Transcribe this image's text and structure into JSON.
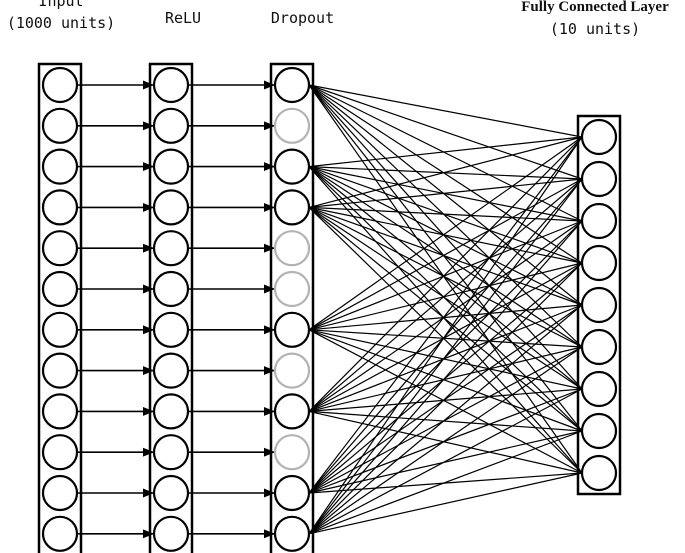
{
  "layers": {
    "input": {
      "title": "Input",
      "subtitle": "(1000 units)",
      "units": 12
    },
    "relu": {
      "title": "ReLU",
      "units": 12
    },
    "dropout": {
      "title": "Dropout",
      "units": 12,
      "dropped_indices": [
        1,
        4,
        5,
        7,
        9
      ]
    },
    "fully_connected": {
      "title": "Fully Connected Layer",
      "subtitle": "(10 units)",
      "units": 9
    }
  },
  "colors": {
    "active": "#000000",
    "dropped": "#b3b3b3",
    "background": "#ffffff"
  }
}
